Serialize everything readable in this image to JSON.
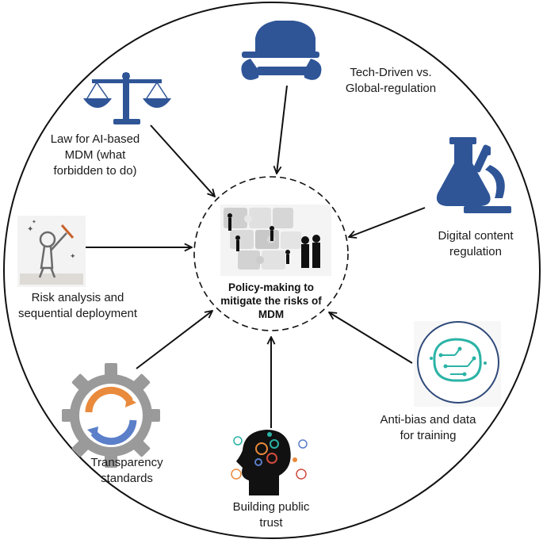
{
  "center": {
    "lines": [
      "Policy-making to",
      "mitigate the risks of",
      "MDM"
    ]
  },
  "nodes": [
    {
      "id": "tech-driven",
      "icon": "hard-hat-wrench-icon",
      "lines": [
        "Tech-Driven vs.",
        "Global-regulation"
      ]
    },
    {
      "id": "law-ai",
      "icon": "scales-of-justice-icon",
      "lines": [
        "Law for AI-based",
        "MDM (what",
        "forbidden to do)"
      ]
    },
    {
      "id": "digital-content",
      "icon": "lab-flask-microscope-icon",
      "lines": [
        "Digital content",
        "regulation"
      ]
    },
    {
      "id": "risk-analysis",
      "icon": "person-with-broom-icon",
      "lines": [
        "Risk analysis and",
        "sequential deployment"
      ]
    },
    {
      "id": "anti-bias",
      "icon": "circuit-brain-icon",
      "lines": [
        "Anti-bias and data",
        "for training"
      ]
    },
    {
      "id": "transparency",
      "icon": "gear-with-cycle-arrows-icon",
      "lines": [
        "Transparency",
        "standards"
      ]
    },
    {
      "id": "public-trust",
      "icon": "head-with-gears-icon",
      "lines": [
        "Building public",
        "trust"
      ]
    }
  ],
  "colors": {
    "outline": "#111111",
    "navy": "#2f5597",
    "teal": "#2bb3a6",
    "gear_gray": "#9a9a9a",
    "cycle_orange": "#e98a3c",
    "cycle_blue": "#5b7fc9"
  }
}
